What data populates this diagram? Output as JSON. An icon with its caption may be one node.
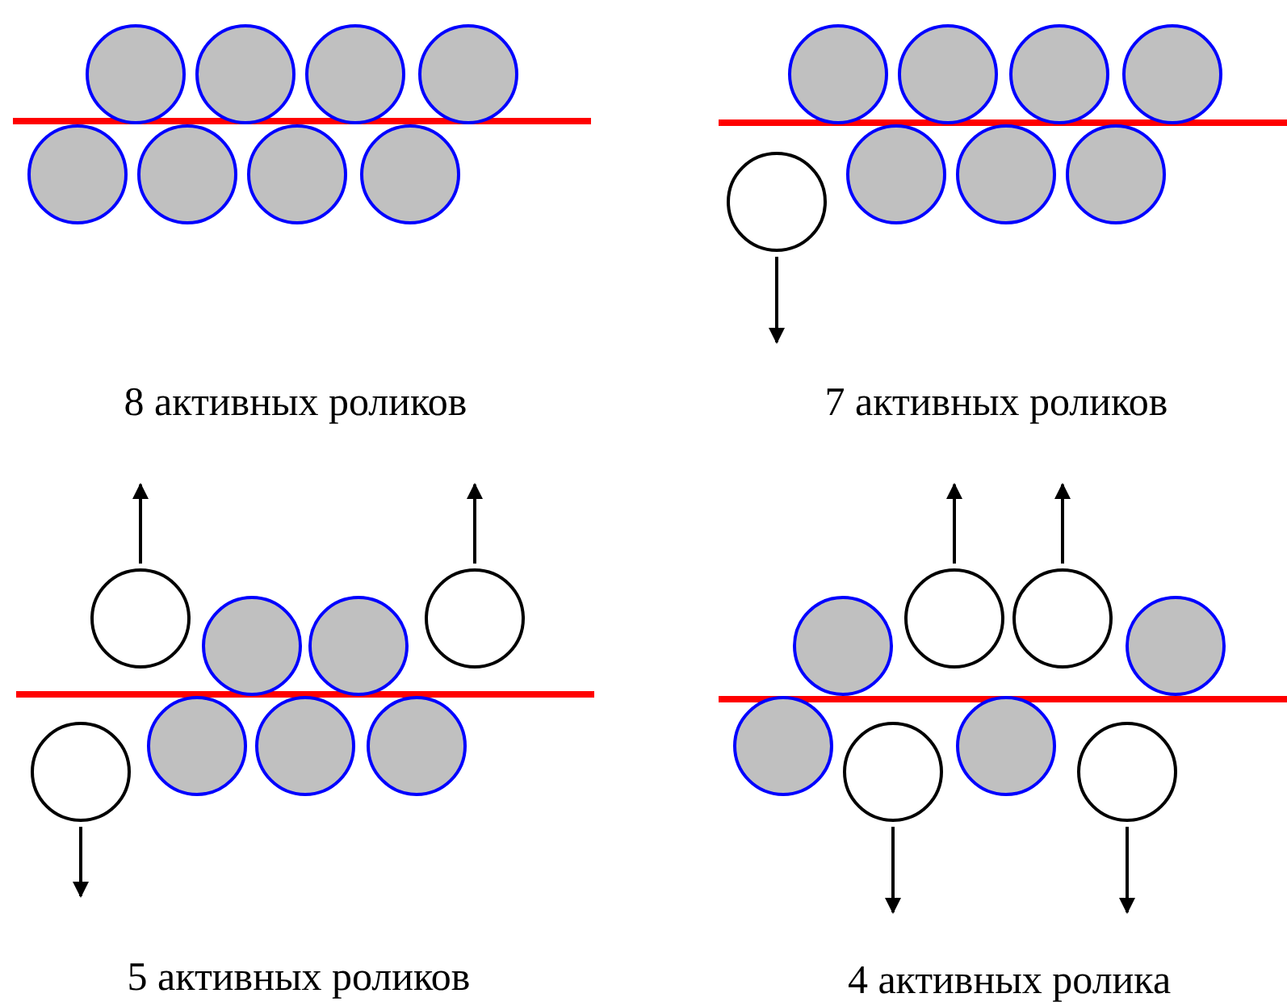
{
  "diagram": {
    "nodes": [
      {
        "text": [],
        "shape": "circle"
      },
      {
        "text": [],
        "shape": "circle"
      },
      {
        "text": [],
        "shape": "circle"
      },
      {
        "text": [],
        "shape": "circle"
      },
      {
        "text": [],
        "shape": "circle"
      },
      {
        "text": [],
        "shape": "circle"
      },
      {
        "text": [],
        "shape": "circle"
      },
      {
        "text": [],
        "shape": "circle"
      },
      {
        "text": [],
        "shape": "circle"
      },
      {
        "text": [],
        "shape": "circle"
      },
      {
        "text": [],
        "shape": "circle"
      },
      {
        "text": [],
        "shape": "circle"
      },
      {
        "text": [],
        "shape": "circle"
      },
      {
        "text": [],
        "shape": "circle"
      },
      {
        "text": [],
        "shape": "circle"
      },
      {
        "text": [],
        "shape": "circle"
      },
      {
        "text": [],
        "shape": "circle"
      },
      {
        "text": [],
        "shape": "circle"
      },
      {
        "text": [],
        "shape": "circle"
      },
      {
        "text": [],
        "shape": "circle"
      },
      {
        "text": [],
        "shape": "circle"
      },
      {
        "text": [],
        "shape": "circle"
      },
      {
        "text": [],
        "shape": "circle"
      },
      {
        "text": [],
        "shape": "circle"
      },
      {
        "text": [],
        "shape": "circle"
      },
      {
        "text": [],
        "shape": "circle"
      },
      {
        "text": [],
        "shape": "circle"
      },
      {
        "text": [],
        "shape": "circle"
      },
      {
        "text": [],
        "shape": "circle"
      },
      {
        "text": [],
        "shape": "circle"
      },
      {
        "text": [],
        "shape": "circle"
      },
      {
        "text": [],
        "shape": "circle"
      }
    ],
    "edges": [
      {
        "from": 12,
        "to": null,
        "arrow": "to"
      },
      {
        "from": 16,
        "to": null,
        "arrow": "to"
      },
      {
        "from": 19,
        "to": null,
        "arrow": "to"
      },
      {
        "from": 20,
        "to": null,
        "arrow": "to"
      },
      {
        "from": 25,
        "to": null,
        "arrow": "to"
      },
      {
        "from": 26,
        "to": null,
        "arrow": "to"
      },
      {
        "from": 29,
        "to": null,
        "arrow": "to"
      },
      {
        "from": 31,
        "to": null,
        "arrow": "to"
      }
    ],
    "labels": [
      "8 активных роликов",
      "7 активных роликов",
      "5 активных роликов",
      "4 активных ролика"
    ]
  }
}
